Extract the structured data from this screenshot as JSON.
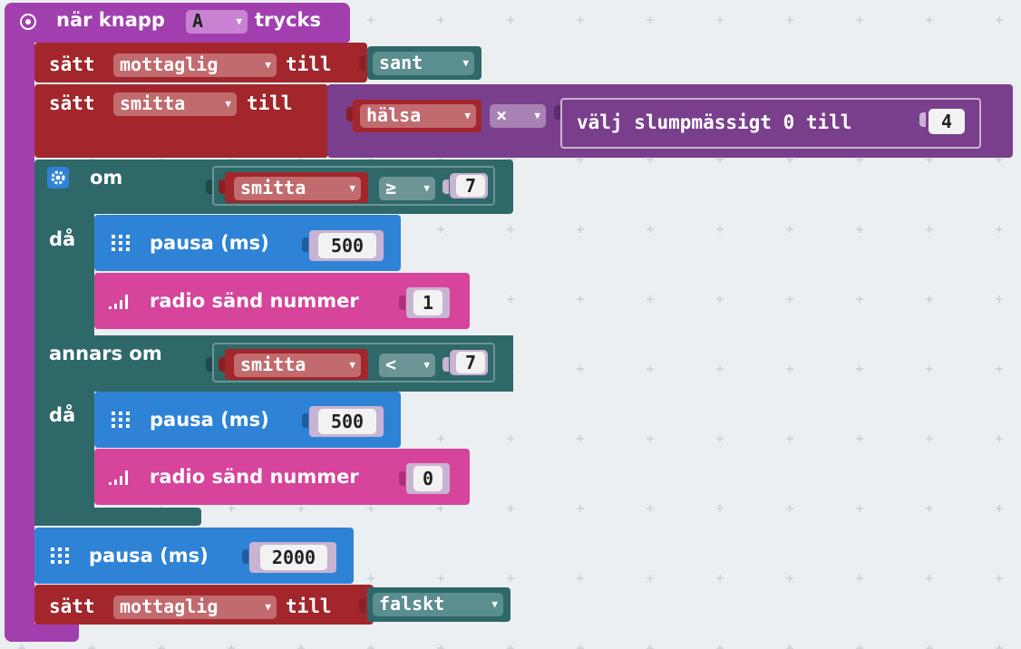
{
  "colors": {
    "event": "#a13faf",
    "variables": "#a2262b",
    "logic": "#2f6869",
    "basic": "#2f83d6",
    "radio": "#d6449b",
    "math": "#7a3f8c",
    "background": "#eceff1"
  },
  "event": {
    "label_pre": "när knapp",
    "button": "A",
    "label_post": "trycks"
  },
  "set_receptive_1": {
    "label": "sätt",
    "var": "mottaglig",
    "till": "till",
    "value": "sant"
  },
  "set_infect": {
    "label": "sätt",
    "var": "smitta",
    "till": "till",
    "operand": "hälsa",
    "operator": "×",
    "random_label": "välj slumpmässigt 0 till",
    "random_max": "4"
  },
  "if_block": {
    "om": "om",
    "cond1": {
      "var": "smitta",
      "op": "≥",
      "value": "7"
    },
    "da1": "då",
    "pause1": {
      "label": "pausa (ms)",
      "value": "500"
    },
    "radio1": {
      "label": "radio sänd nummer",
      "value": "1"
    },
    "annars_om": "annars om",
    "cond2": {
      "var": "smitta",
      "op": "<",
      "value": "7"
    },
    "da2": "då",
    "pause2": {
      "label": "pausa (ms)",
      "value": "500"
    },
    "radio2": {
      "label": "radio sänd nummer",
      "value": "0"
    }
  },
  "pause_final": {
    "label": "pausa (ms)",
    "value": "2000"
  },
  "set_receptive_2": {
    "label": "sätt",
    "var": "mottaglig",
    "till": "till",
    "value": "falskt"
  },
  "icons": [
    "event-icon",
    "gear-icon",
    "grid-icon",
    "signal-icon",
    "dropdown-arrow-icon"
  ]
}
